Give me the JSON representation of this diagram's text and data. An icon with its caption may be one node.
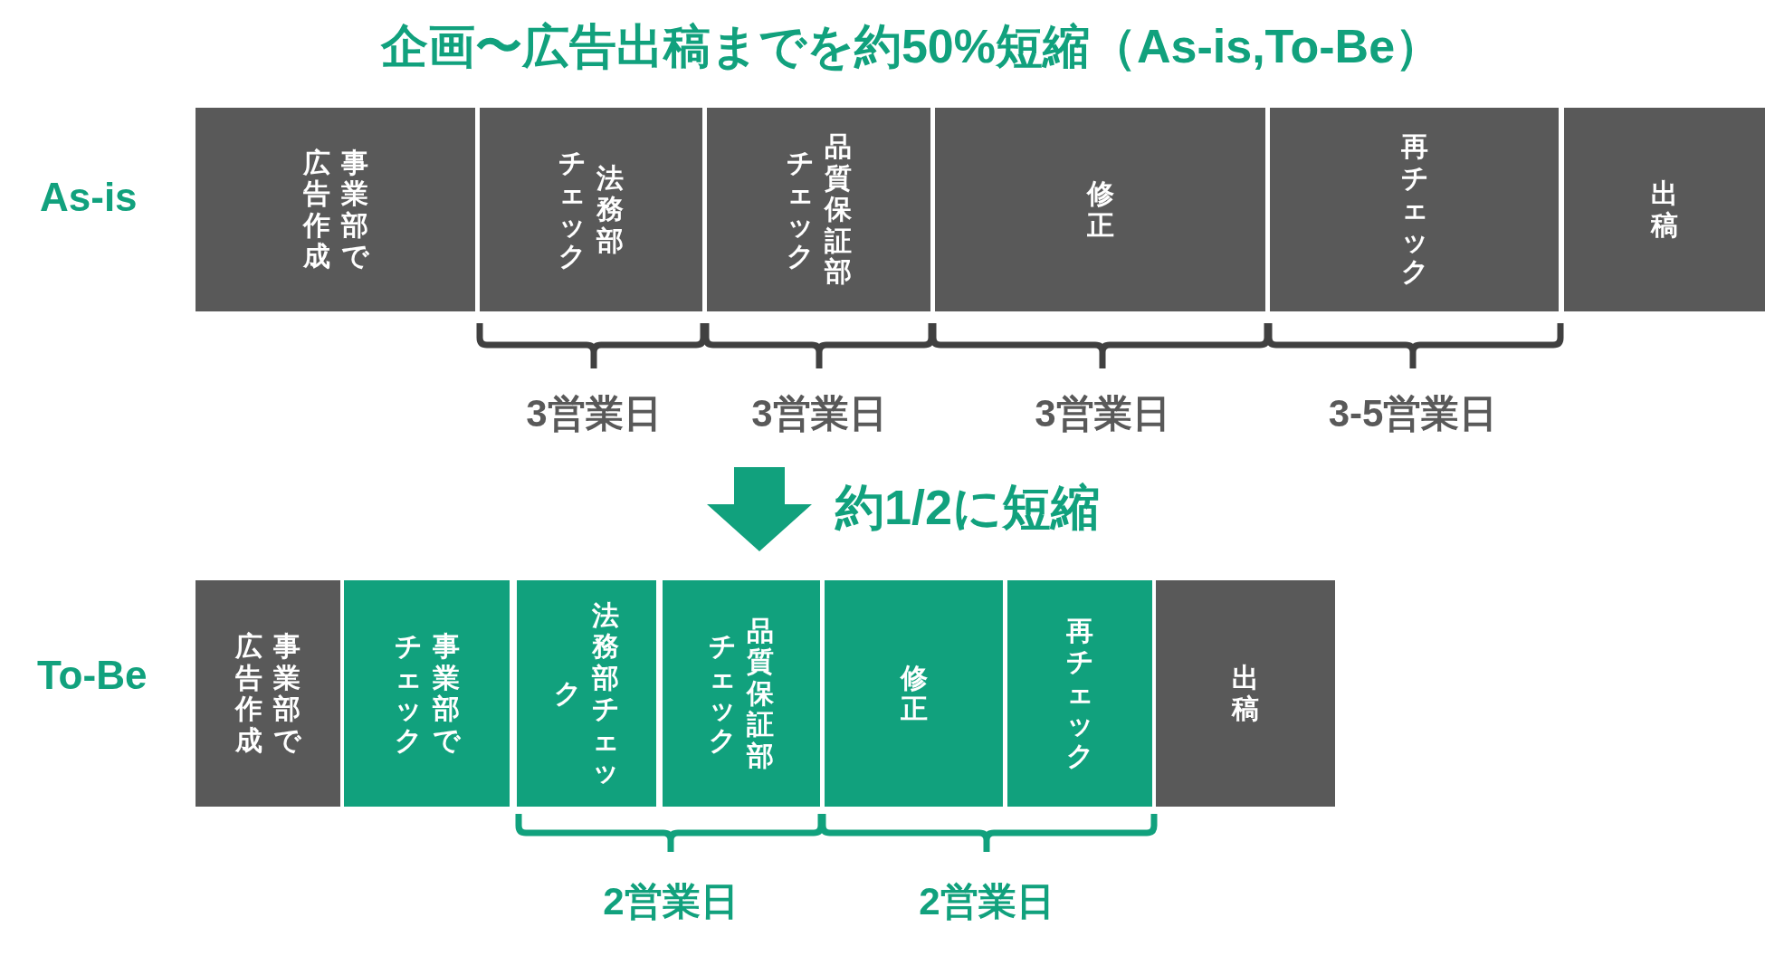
{
  "diagram": {
    "title": "企画〜広告出稿までを約50%短縮（As-is,To-Be）",
    "nodes": [
      {
        "text": [
          "事業部で広告作成"
        ]
      },
      {
        "text": [
          "法務部チェック"
        ]
      },
      {
        "text": [
          "品質保証部チェック"
        ]
      },
      {
        "text": [
          "修正"
        ]
      },
      {
        "text": [
          "再チェック"
        ]
      },
      {
        "text": [
          "出稿"
        ]
      },
      {
        "text": [
          "事業部で広告作成"
        ]
      },
      {
        "text": [
          "事業部でチェック"
        ]
      },
      {
        "text": [
          "法務部チェック"
        ]
      },
      {
        "text": [
          "品質保証部チェック"
        ]
      },
      {
        "text": [
          "修正"
        ]
      },
      {
        "text": [
          "再チェック"
        ]
      },
      {
        "text": [
          "出稿"
        ]
      }
    ],
    "labels": [
      "As-is",
      "3営業日",
      "3営業日",
      "3営業日",
      "3-5営業日",
      "約1/2に短縮",
      "To-Be",
      "2営業日",
      "2営業日"
    ]
  }
}
